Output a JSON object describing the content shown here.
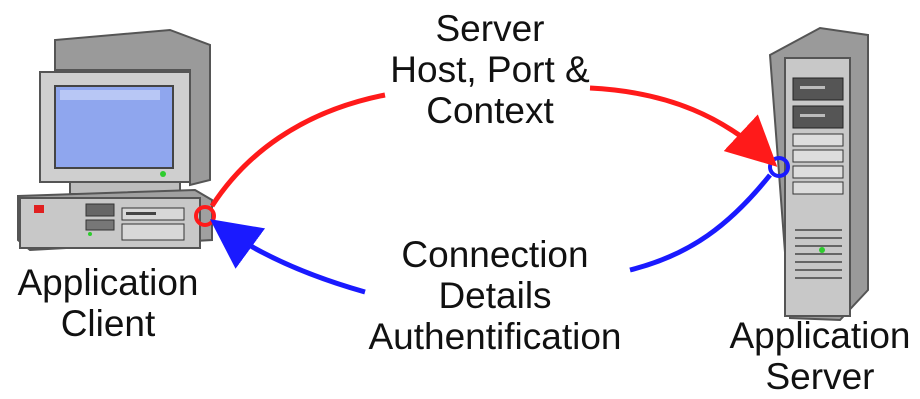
{
  "client": {
    "label_lines": [
      "Application",
      "Client"
    ]
  },
  "server": {
    "label_lines": [
      "Application",
      "Server"
    ]
  },
  "request": {
    "label_lines": [
      "Server",
      "Host, Port &",
      "Context"
    ],
    "color": "#ff1a1a"
  },
  "response": {
    "label_lines": [
      "Connection",
      "Details",
      "Authentification"
    ],
    "color": "#1a1aff"
  },
  "colors": {
    "client_port": "#ff1a1a",
    "server_port": "#1a1aff",
    "screen": "#8fa6ee",
    "case": "#c8c8c8"
  }
}
